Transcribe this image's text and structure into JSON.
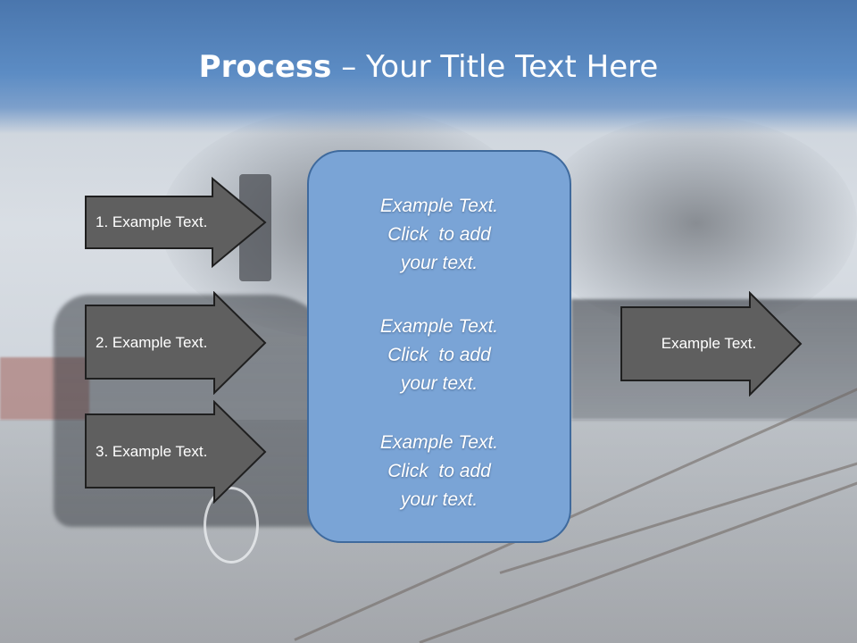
{
  "title": {
    "bold": "Process",
    "dash": " – ",
    "rest": "Your Title Text Here"
  },
  "left_arrows": [
    {
      "label": "1. Example Text."
    },
    {
      "label": "2. Example Text."
    },
    {
      "label": "3. Example Text."
    }
  ],
  "center_blocks": [
    {
      "line1": "Example Text.",
      "line2": "Click  to add",
      "line3": "your text."
    },
    {
      "line1": "Example Text.",
      "line2": "Click  to add",
      "line3": "your text."
    },
    {
      "line1": "Example Text.",
      "line2": "Click  to add",
      "line3": "your text."
    }
  ],
  "right_arrow": {
    "label": "Example Text."
  },
  "colors": {
    "title_band": "#5c8cc4",
    "arrow_fill": "#5f5f5f",
    "arrow_border": "#1f1f1f",
    "box_fill": "#7aa4d6",
    "box_border": "#3f6a9d"
  }
}
